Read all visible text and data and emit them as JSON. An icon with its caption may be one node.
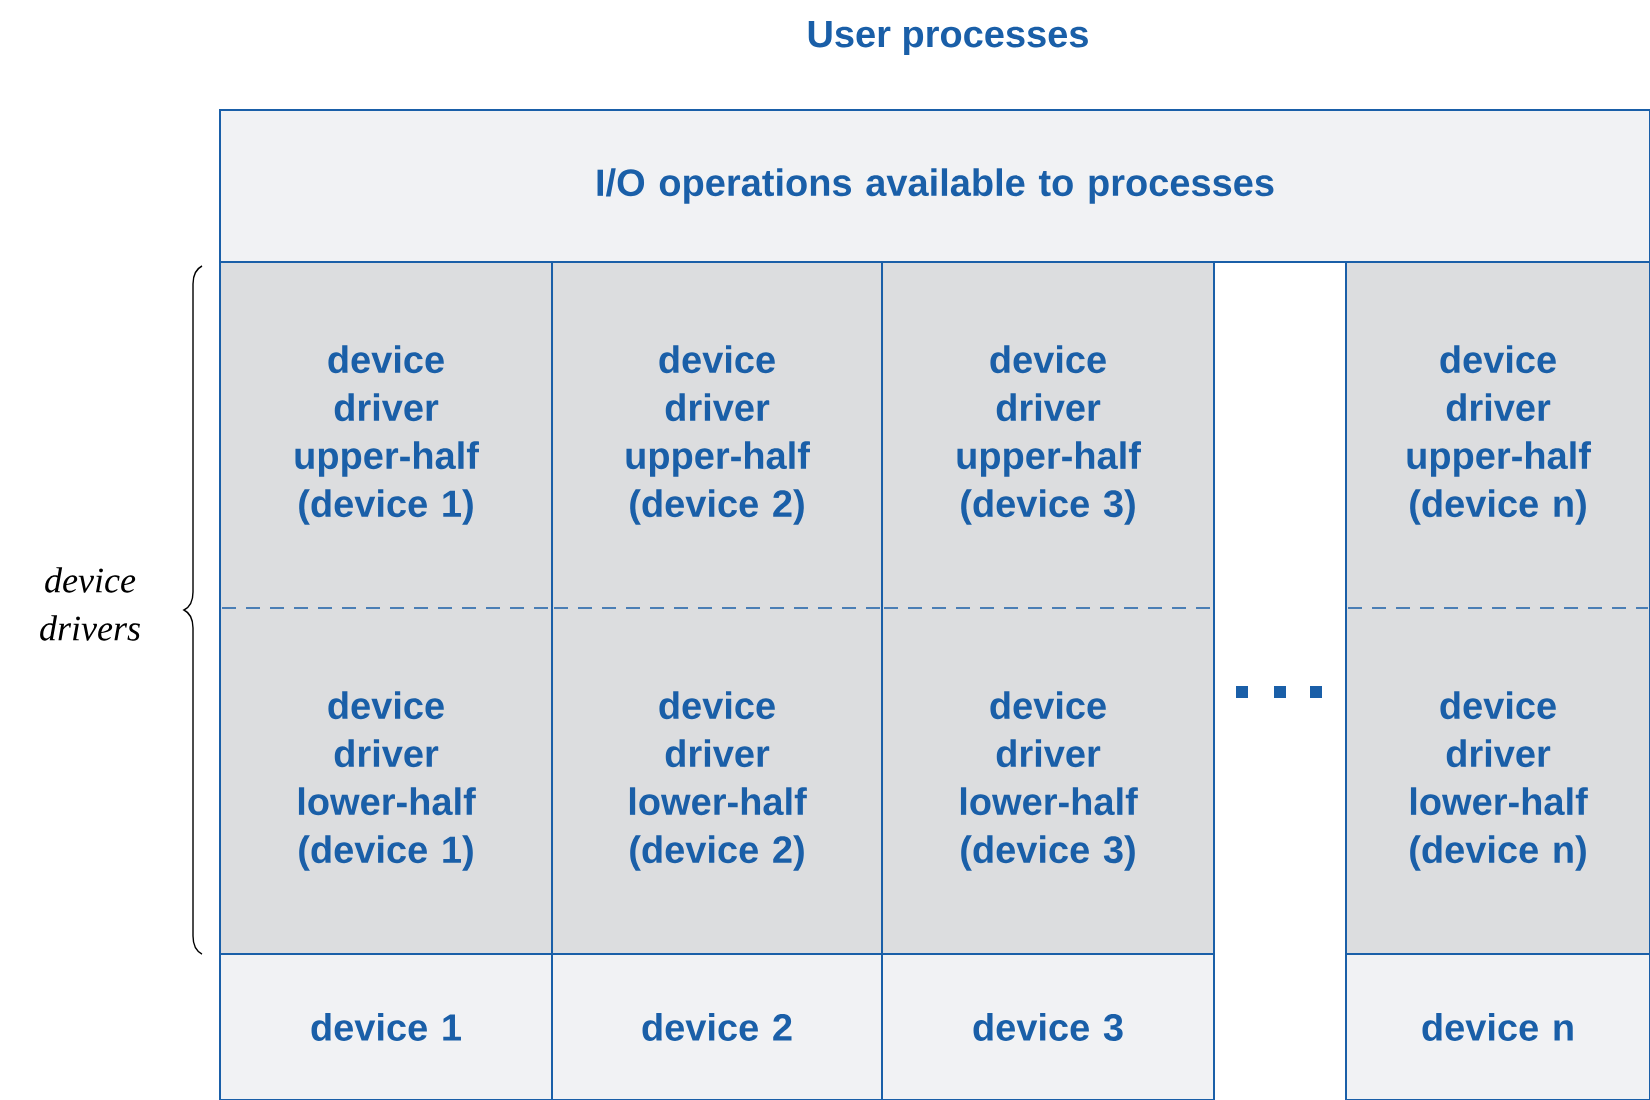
{
  "diagram": {
    "title": "User processes",
    "nodes": [
      {
        "text": [
          "I/O operations available to processes"
        ]
      },
      {
        "text": [
          "device driver upper-half (device 1)"
        ]
      },
      {
        "text": [
          "device driver upper-half (device 2)"
        ]
      },
      {
        "text": [
          "device driver upper-half (device 3)"
        ]
      },
      {
        "text": [
          "device driver upper-half (device n)"
        ]
      },
      {
        "text": [
          "device driver lower-half (device 1)"
        ]
      },
      {
        "text": [
          "device driver lower-half (device 2)"
        ]
      },
      {
        "text": [
          "device driver lower-half (device 3)"
        ]
      },
      {
        "text": [
          "device driver lower-half (device n)"
        ]
      },
      {
        "text": [
          "device 1"
        ]
      },
      {
        "text": [
          "device 2"
        ]
      },
      {
        "text": [
          "device 3"
        ]
      },
      {
        "text": [
          "device n"
        ]
      }
    ],
    "labels": [
      "device drivers"
    ]
  }
}
